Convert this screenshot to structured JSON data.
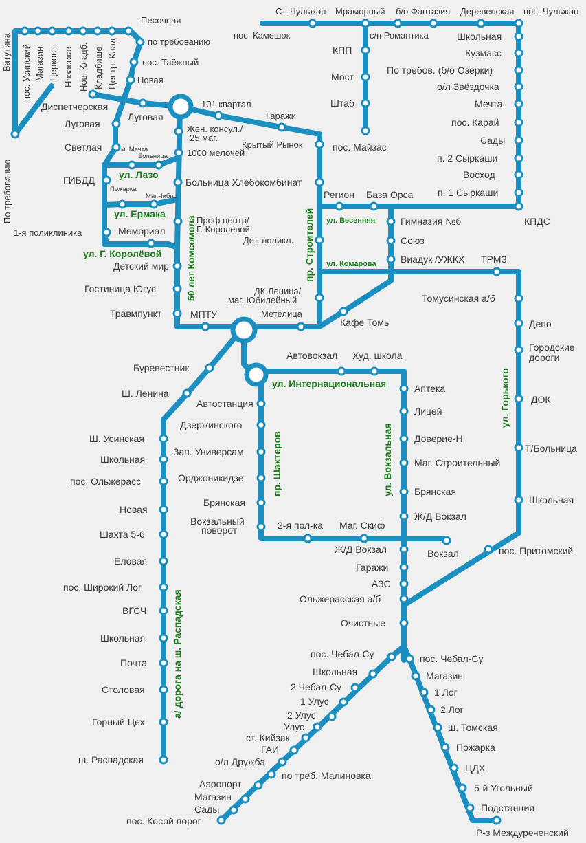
{
  "colors": {
    "route": "#1a8fc0",
    "street": "#1e7d1e",
    "text": "#3a3a3a",
    "background": "#f0f0f0"
  },
  "stops": {
    "vatutina": "Ватутина",
    "pos_usinskiy": "пос. Усинский",
    "magazin_top": "Магазин",
    "tserkov": "Церковь",
    "nazasskaya": "Назасская",
    "nov_kladb": "Нов. Кладб.",
    "kladbische": "Кладбище",
    "tsentr_klad": "Центр. Клад",
    "po_trebovaniyu_left": "По требованию",
    "pesochnaya": "Песочная",
    "po_trebovaniyu": "по требованию",
    "pos_taezhny": "пос. Таёжный",
    "novaya_top": "Новая",
    "dispetcherskaya": "Диспетчерская",
    "lugovaya_left": "Луговая",
    "lugovaya_right": "Луговая",
    "svetlaya": "Светлая",
    "m_mechta": "м. Мечта",
    "bolnitsa_small": "Больница",
    "gibdd": "ГИБДД",
    "pozharka_small": "Пожарка",
    "mag_chibis": "Маг.Чибис",
    "poliklinika_1": "1-я поликлиника",
    "memorial": "Мемориал",
    "kvartal_101": "101 квартал",
    "garazhi_top": "Гаражи",
    "zhen_konsul": "Жен. консул./",
    "mag_25": "25 маг.",
    "melochey_1000": "1000 мелочей",
    "krytyy_rynok": "Крытый Рынок",
    "bolnitsa_khlebokombinat": "Больница Хлебокомбинат",
    "prof_tsentr": "Проф центр/",
    "g_korolevoy": "Г. Королёвой",
    "det_polikl": "Дет. поликл.",
    "detskiy_mir": "Детский мир",
    "gostinitsa_yugus": "Гостиница Югус",
    "dk_lenina": "ДК Ленина/",
    "mag_yubileyny": "маг. Юбилейный",
    "travmpunkt": "Травмпункт",
    "mptu": "МПТУ",
    "metelitsa": "Метелица",
    "kafe_tom": "Кафе Томь",
    "st_chulzhan": "Ст. Чульжан",
    "mramorny": "Мраморный",
    "bo_fantaziya": "б/о Фантазия",
    "derevenskaya": "Деревенская",
    "pos_chulzhan": "пос. Чульжан",
    "pos_kameshok": "пос. Камешок",
    "sl_romantika": "с/п Романтика",
    "kpp": "КПП",
    "most": "Мост",
    "shtab": "Штаб",
    "pos_mayzas": "пос. Майзас",
    "shkolnaya_ne": "Школьная",
    "kuzmass": "Кузмасс",
    "po_treb_ozerki": "По требов. (б/о Озерки)",
    "ol_zvezdochka": "о/л Звёздочка",
    "mechta": "Мечта",
    "pos_karay": "пос. Карай",
    "sady_ne": "Сады",
    "p2_syrkashi": "п. 2 Сыркаши",
    "voskhod": "Восход",
    "p1_syrkashi": "п. 1 Сыркаши",
    "kpds": "КПДС",
    "region": "Регион",
    "baza_orsa": "База Орса",
    "gimnaziya_6": "Гимназия №6",
    "soyuz": "Союз",
    "viaduk": "Виадук /УЖКХ",
    "trmz": "ТРМЗ",
    "tomusinskaya_ab": "Томусинская а/б",
    "depo": "Депо",
    "gorodskie_dorogi_1": "Городские",
    "gorodskie_dorogi_2": "дороги",
    "dok": "ДОК",
    "t_bolnitsa": "Т/Больница",
    "shkolnaya_gorky": "Школьная",
    "pos_pritomskiy": "пос. Притомский",
    "burevestnik": "Буревестник",
    "sh_lenina": "Ш. Ленина",
    "sh_usinskaya": "Ш. Усинская",
    "shkolnaya_r1": "Школьная",
    "pos_olzheras": "пос. Ольжерасс",
    "novaya_r": "Новая",
    "shakhta_56": "Шахта 5-6",
    "elovaya": "Еловая",
    "pos_shirokiy_log": "пос. Широкий Лог",
    "vgsch": "ВГСЧ",
    "shkolnaya_r2": "Школьная",
    "pochta": "Почта",
    "stolovaya": "Столовая",
    "gorny_tsekh": "Горный Цех",
    "sh_raspadskaya": "ш. Распадская",
    "avtovokzal": "Автовокзал",
    "khud_shkola": "Худ. школа",
    "avtostantsiya": "Автостанция",
    "dzerzhinskogo": "Дзержинского",
    "zap_universam": "Зап. Универсам",
    "ordzhonikidze": "Орджоникидзе",
    "bryanskaya_sh": "Брянская",
    "vokzalny_1": "Вокзальный",
    "vokzalny_2": "поворот",
    "pol_ka_2": "2-я пол-ка",
    "mag_skif": "Маг. Скиф",
    "vokzal": "Вокзал",
    "apteka": "Аптека",
    "litsey": "Лицей",
    "doverie_n": "Доверие-Н",
    "mag_stroitelny": "Маг. Строительный",
    "bryanskaya_v": "Брянская",
    "zhd_vokzal_1": "Ж/Д Вокзал",
    "zhd_vokzal_2": "Ж/Д Вокзал",
    "garazhi_s": "Гаражи",
    "azs": "АЗС",
    "olzherasskaya_ab": "Ольжерасская а/б",
    "ochistnye": "Очистные",
    "pos_chebal_su_l": "пос. Чебал-Су",
    "shkolnaya_sw": "Школьная",
    "chebal_su_2": "2 Чебал-Су",
    "ulus_1": "1 Улус",
    "ulus_2": "2 Улус",
    "ulus": "Улус",
    "st_kiyzak": "ст. Кийзак",
    "gai": "ГАИ",
    "ol_druzhba": "о/л Дружба",
    "po_treb_malinovka": "по треб. Малиновка",
    "aeroport": "Аэропорт",
    "magazin_sw": "Магазин",
    "sady_sw": "Сады",
    "pos_kosoy_porog": "пос. Косой порог",
    "pos_chebal_su_r": "пос. Чебал-Су",
    "magazin_se": "Магазин",
    "log_1": "1 Лог",
    "log_2": "2 Лог",
    "sh_tomskaya": "ш. Томская",
    "pozharka_se": "Пожарка",
    "tsdkh": "ЦДХ",
    "ugolny_5": "5-й Угольный",
    "podstantsiya": "Подстанция",
    "rz_mezhdurechensky": "Р-з Междуреченский"
  },
  "streets": {
    "lazo": "ул. Лазо",
    "ermaka": "ул. Ермака",
    "g_korolevoy": "ул. Г. Королёвой",
    "komsomola": "50 лет Комсомола",
    "stroiteley": "пр. Строителей",
    "vesennyaya": "ул. Весенняя",
    "komarova": "ул. Комарова",
    "internatsionalnaya": "ул. Интернациональная",
    "shakhterov": "пр. Шахтеров",
    "vokzalnaya": "ул. Вокзальная",
    "gorkogo": "ул. Горького",
    "raspadskaya_road": "а/ дорога на ш. Распадская"
  }
}
